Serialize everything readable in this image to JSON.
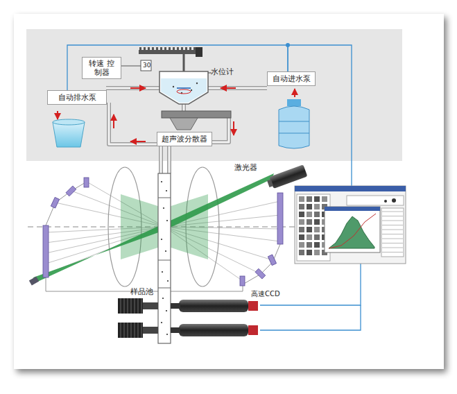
{
  "diagram": {
    "nodes": [
      {
        "text": [
          "转速 控制器"
        ]
      },
      {
        "text": [
          "自动排水泵"
        ]
      },
      {
        "text": [
          "自动进水泵"
        ]
      },
      {
        "text": [
          "超声波分散器"
        ]
      }
    ],
    "edges": [
      {
        "from": 2,
        "to": 1,
        "arrow": "none"
      }
    ],
    "labels": [
      "30",
      "水位计",
      "激光器",
      "样品池",
      "高速CCD"
    ]
  }
}
